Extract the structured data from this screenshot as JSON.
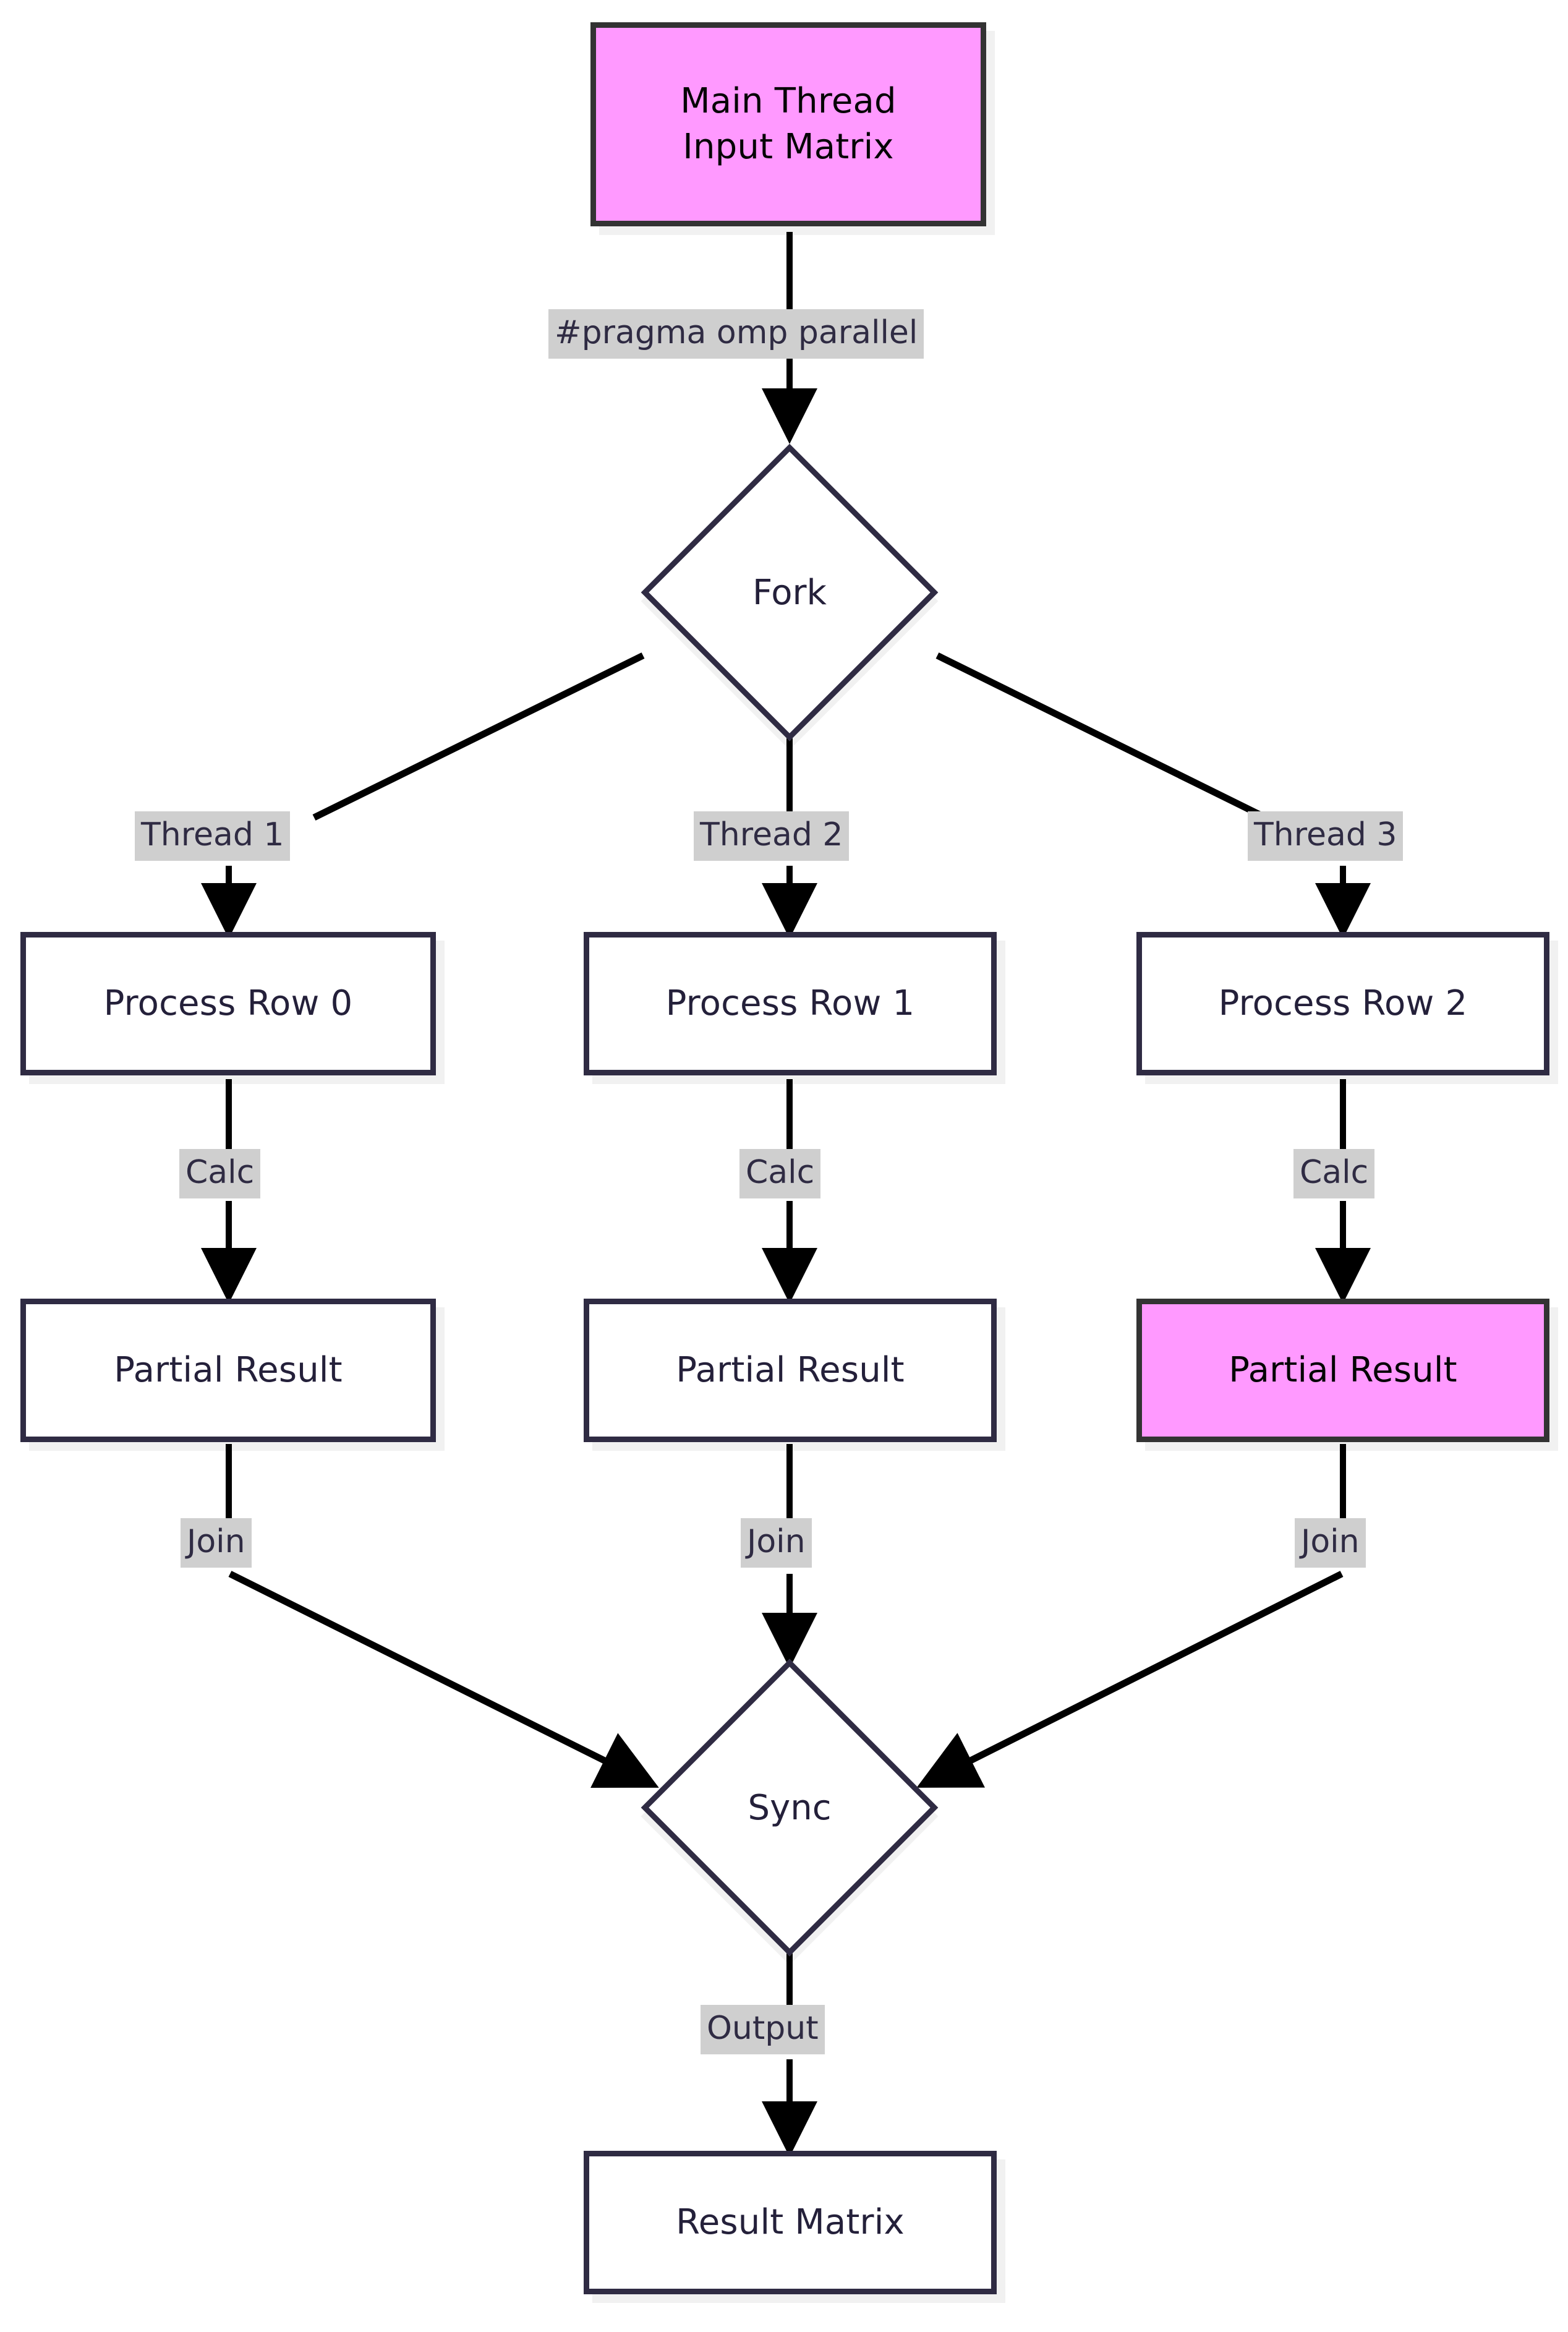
{
  "diagram": {
    "title": "OpenMP Fork-Join Parallel Matrix Processing Flowchart",
    "type": "flowchart",
    "direction": "top-down",
    "colors": {
      "background": "#FFFFFF",
      "node_fill": "#FFFFFF",
      "node_border": "#2F2B43",
      "node_text": "#24203A",
      "highlight_fill": "#FF99FF",
      "highlight_border": "#333333",
      "highlight_text": "#050505",
      "edge_stroke": "#000000",
      "edge_label_bg": "#CFCFCF",
      "edge_label_text": "#2F2B43",
      "shadow": "rgba(0,0,0,0.055)"
    },
    "nodes": [
      {
        "id": "main",
        "shape": "rect",
        "label": "Main Thread\nInput Matrix",
        "line1": "Main Thread",
        "line2": "Input Matrix",
        "highlighted": true
      },
      {
        "id": "fork",
        "shape": "diamond",
        "label": "Fork",
        "highlighted": false
      },
      {
        "id": "proc0",
        "shape": "rect",
        "label": "Process Row 0",
        "highlighted": false
      },
      {
        "id": "proc1",
        "shape": "rect",
        "label": "Process Row 1",
        "highlighted": false
      },
      {
        "id": "proc2",
        "shape": "rect",
        "label": "Process Row 2",
        "highlighted": false
      },
      {
        "id": "part0",
        "shape": "rect",
        "label": "Partial Result",
        "highlighted": false
      },
      {
        "id": "part1",
        "shape": "rect",
        "label": "Partial Result",
        "highlighted": false
      },
      {
        "id": "part2",
        "shape": "rect",
        "label": "Partial Result",
        "highlighted": true
      },
      {
        "id": "sync",
        "shape": "diamond",
        "label": "Sync",
        "highlighted": false
      },
      {
        "id": "result",
        "shape": "rect",
        "label": "Result Matrix",
        "highlighted": false
      }
    ],
    "edges": [
      {
        "from": "main",
        "to": "fork",
        "label": "#pragma omp parallel"
      },
      {
        "from": "fork",
        "to": "proc0",
        "label": "Thread 1"
      },
      {
        "from": "fork",
        "to": "proc1",
        "label": "Thread 2"
      },
      {
        "from": "fork",
        "to": "proc2",
        "label": "Thread 3"
      },
      {
        "from": "proc0",
        "to": "part0",
        "label": "Calc"
      },
      {
        "from": "proc1",
        "to": "part1",
        "label": "Calc"
      },
      {
        "from": "proc2",
        "to": "part2",
        "label": "Calc"
      },
      {
        "from": "part0",
        "to": "sync",
        "label": "Join"
      },
      {
        "from": "part1",
        "to": "sync",
        "label": "Join"
      },
      {
        "from": "part2",
        "to": "sync",
        "label": "Join"
      },
      {
        "from": "sync",
        "to": "result",
        "label": "Output"
      }
    ]
  }
}
